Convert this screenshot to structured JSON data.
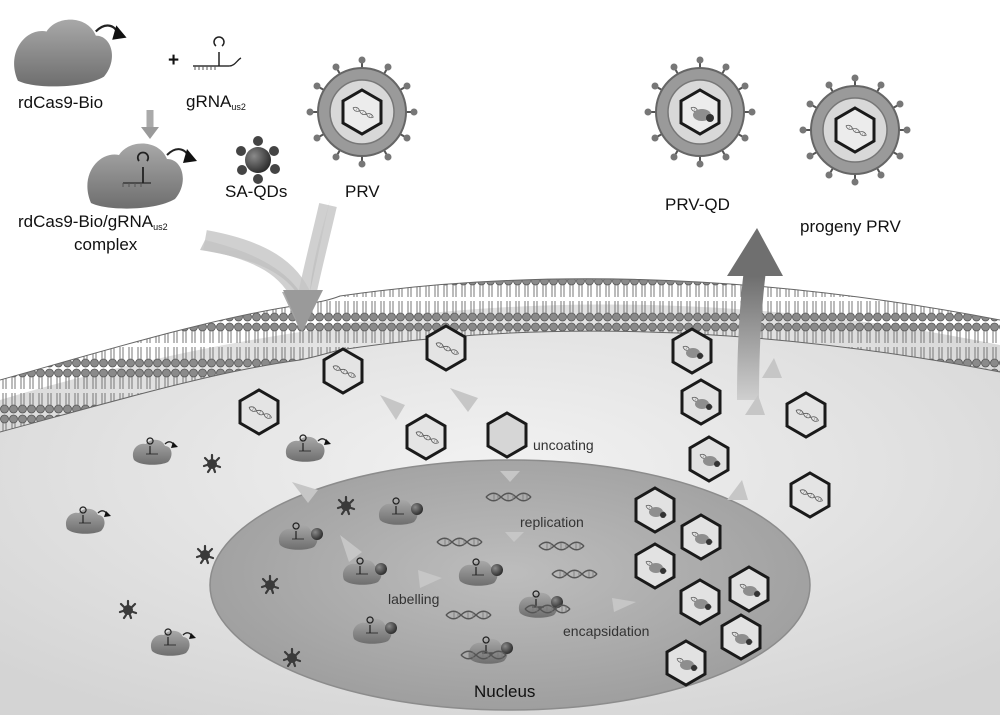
{
  "labels": {
    "rdcas9_bio": "rdCas9-Bio",
    "plus": "+",
    "grna_main": "gRNA",
    "grna_sub": "us2",
    "complex_line1_main": "rdCas9-Bio/gRNA",
    "complex_line1_sub": "us2",
    "complex_line2": "complex",
    "sa_qds": "SA-QDs",
    "prv": "PRV",
    "prv_qd": "PRV-QD",
    "progeny_prv": "progeny PRV",
    "uncoating": "uncoating",
    "replication": "replication",
    "labelling": "labelling",
    "encapsidation": "encapsidation",
    "nucleus": "Nucleus"
  }
}
